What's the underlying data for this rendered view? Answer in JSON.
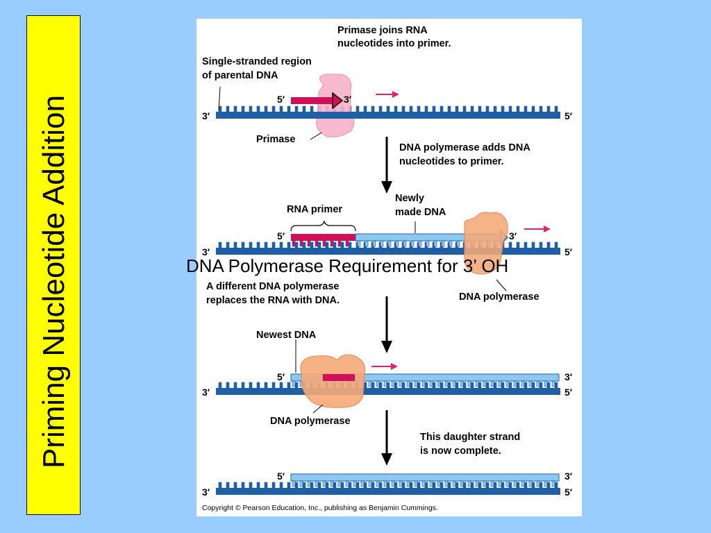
{
  "slide": {
    "side_title": "Priming Nucleotide Addition",
    "overlay_title": "DNA Polymerase Requirement for 3’ OH",
    "colors": {
      "background": "#99ccff",
      "side_banner": "#ffff00",
      "parental_strand": "#1f5fa8",
      "new_dna": "#8cc8f0",
      "rna_primer": "#d0105a",
      "primase": "#f7b0c8",
      "dna_polymerase": "#f5a878",
      "arrow_pink": "#e8206e"
    }
  },
  "figure": {
    "labels": {
      "primase_joins_1": "Primase joins RNA",
      "primase_joins_2": "nucleotides into primer.",
      "single_stranded_1": "Single-stranded region",
      "single_stranded_2": "of parental DNA",
      "primase": "Primase",
      "pol_adds_1": "DNA polymerase adds DNA",
      "pol_adds_2": "nucleotides to primer.",
      "rna_primer": "RNA primer",
      "newly_made_1": "Newly",
      "newly_made_2": "made DNA",
      "dna_polymerase_1": "DNA polymerase",
      "different_pol_1": "A different DNA polymerase",
      "different_pol_2": "replaces the RNA with DNA.",
      "newest_dna": "Newest DNA",
      "dna_polymerase_2": "DNA polymerase",
      "complete_1": "This daughter strand",
      "complete_2": "is now complete."
    },
    "ends": {
      "five_prime": "5′",
      "three_prime": "3′"
    },
    "copyright": "Copyright © Pearson Education, Inc., publishing as Benjamin Cummings."
  }
}
